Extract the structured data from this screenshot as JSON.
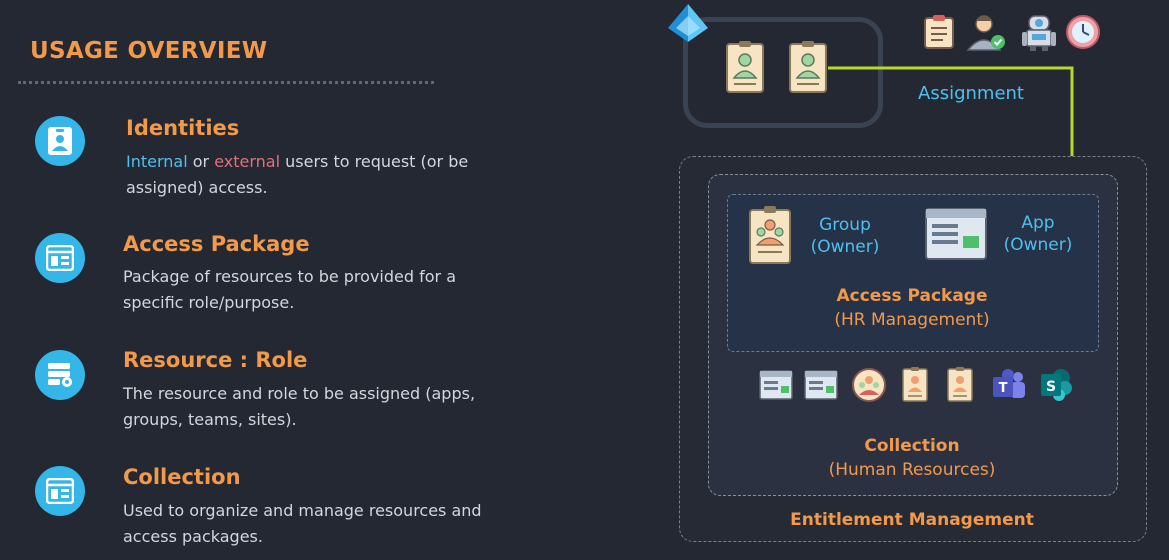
{
  "overview": {
    "title": "USAGE OVERVIEW",
    "items": [
      {
        "icon": "id-card-icon",
        "title": "Identities",
        "desc_internal": "Internal",
        "desc_or": " or ",
        "desc_external": "external",
        "desc_rest": " users to request (or be assigned) access."
      },
      {
        "icon": "window-icon",
        "title": "Access Package",
        "desc": "Package of resources to be provided for a specific role/purpose."
      },
      {
        "icon": "server-gear-icon",
        "title": "Resource : Role",
        "desc": "The resource and role to be assigned (apps, groups, teams, sites)."
      },
      {
        "icon": "window-icon",
        "title": "Collection",
        "desc": "Used to organize and manage resources and access packages."
      }
    ]
  },
  "diagram": {
    "assignment_label": "Assignment",
    "group_label": "Group",
    "group_sub": "(Owner)",
    "app_label": "App",
    "app_sub": "(Owner)",
    "access_package_label": "Access Package",
    "access_package_sub": "(HR Management)",
    "collection_label": "Collection",
    "collection_sub": "(Human Resources)",
    "entitlement_label": "Entitlement Management",
    "colors": {
      "accent_orange": "#f2994a",
      "accent_blue": "#4fc0ee",
      "arrow": "#b8d62e"
    }
  }
}
